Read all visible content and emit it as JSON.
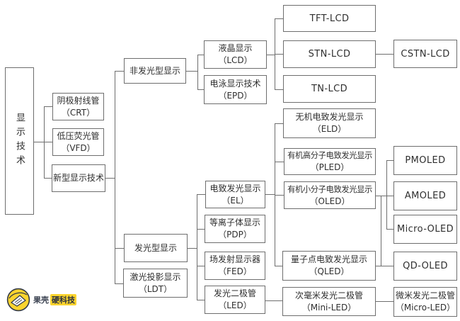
{
  "page": {
    "background": "#ffffff",
    "line_color": "#6e6e6e",
    "text_color": "#2f2f2f",
    "border_color": "#6e6e6e"
  },
  "logo": {
    "icon": "guokr-hand-icon",
    "brand": "果壳",
    "highlight": "硬科技",
    "yellow": "#fbd42e",
    "dark": "#343b47"
  },
  "tree": {
    "root": {
      "label": "显示技术"
    },
    "nodes": {
      "crt": {
        "name": "阴极射线管",
        "abbr": "（CRT）"
      },
      "vfd": {
        "name": "低压荧光管",
        "abbr": "（VFD）"
      },
      "newdisp": {
        "name": "新型显示技术"
      },
      "non_emissive": {
        "name": "非发光型显示"
      },
      "lcd": {
        "name": "液晶显示",
        "abbr": "（LCD）"
      },
      "epd": {
        "name": "电泳显示技术",
        "abbr": "（EPD）"
      },
      "tft_lcd": {
        "name": "TFT-LCD"
      },
      "stn_lcd": {
        "name": "STN-LCD"
      },
      "cstn_lcd": {
        "name": "CSTN-LCD"
      },
      "tn_lcd": {
        "name": "TN-LCD"
      },
      "emissive": {
        "name": "发光型显示"
      },
      "ldt": {
        "name": "激光投影显示",
        "abbr": "（LDT）"
      },
      "el": {
        "name": "电致发光显示",
        "abbr": "（EL）"
      },
      "pdp": {
        "name": "等离子体显示",
        "abbr": "（PDP）"
      },
      "fed": {
        "name": "场发射显示器",
        "abbr": "（FED）"
      },
      "led": {
        "name": "发光二极管",
        "abbr": "（LED）"
      },
      "eld": {
        "name": "无机电致发光显示",
        "abbr": "（ELD）"
      },
      "pled": {
        "name": "有机高分子电致发光显示",
        "abbr": "（PLED）"
      },
      "oled": {
        "name": "有机小分子电致发光显示",
        "abbr": "（OLED）"
      },
      "qled": {
        "name": "量子点电致发光显示",
        "abbr": "（QLED）"
      },
      "pmoled": {
        "name": "PMOLED"
      },
      "amoled": {
        "name": "AMOLED"
      },
      "micro_oled": {
        "name": "Micro-OLED"
      },
      "qd_oled": {
        "name": "QD-OLED"
      },
      "mini_led": {
        "name": "次毫米发光二极管",
        "abbr": "（Mini-LED）"
      },
      "micro_led": {
        "name": "微米发光二极管",
        "abbr": "（Micro-LED）"
      }
    },
    "edges": [
      [
        "root",
        "crt"
      ],
      [
        "root",
        "vfd"
      ],
      [
        "root",
        "newdisp"
      ],
      [
        "newdisp",
        "non_emissive"
      ],
      [
        "newdisp",
        "emissive"
      ],
      [
        "newdisp",
        "ldt"
      ],
      [
        "non_emissive",
        "lcd"
      ],
      [
        "non_emissive",
        "epd"
      ],
      [
        "lcd",
        "tft_lcd"
      ],
      [
        "lcd",
        "stn_lcd"
      ],
      [
        "lcd",
        "tn_lcd"
      ],
      [
        "stn_lcd",
        "cstn_lcd"
      ],
      [
        "emissive",
        "el"
      ],
      [
        "emissive",
        "pdp"
      ],
      [
        "emissive",
        "fed"
      ],
      [
        "emissive",
        "led"
      ],
      [
        "el",
        "eld"
      ],
      [
        "el",
        "pled"
      ],
      [
        "el",
        "oled"
      ],
      [
        "el",
        "qled"
      ],
      [
        "oled",
        "pmoled"
      ],
      [
        "oled",
        "amoled"
      ],
      [
        "oled",
        "micro_oled"
      ],
      [
        "oled",
        "qd_oled"
      ],
      [
        "qled",
        "qd_oled"
      ],
      [
        "led",
        "mini_led"
      ],
      [
        "mini_led",
        "micro_led"
      ]
    ]
  }
}
